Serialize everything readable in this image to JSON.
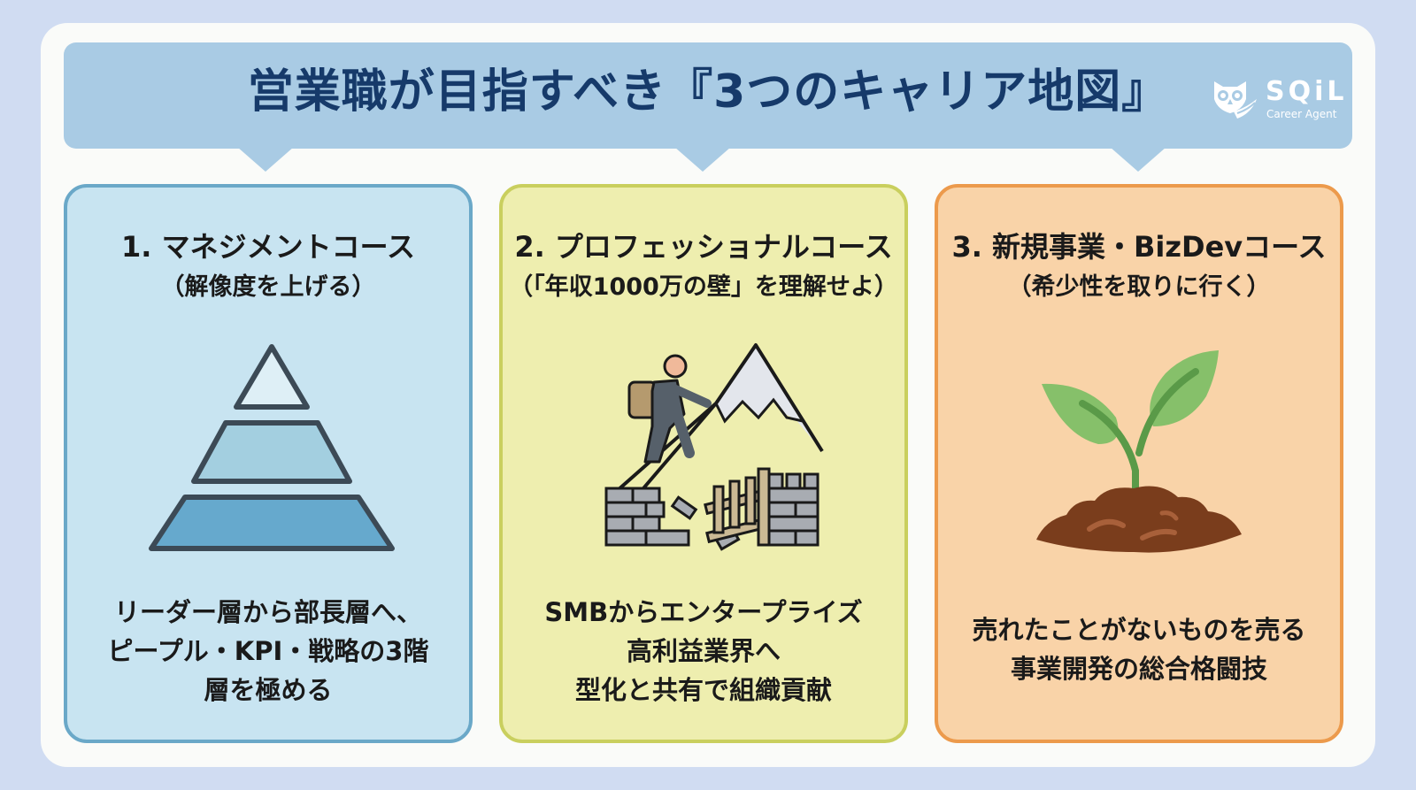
{
  "header": {
    "title": "営業職が目指すべき『3つのキャリア地図』",
    "logo": {
      "name": "SQiL",
      "subtitle": "Career Agent",
      "icon": "owl-icon"
    }
  },
  "colors": {
    "background": "#d0dcf2",
    "header": "#a9cbe4",
    "title_text": "#163a6a",
    "card_1": "#c8e4f1",
    "card_2": "#eeeeaf",
    "card_3": "#f9d3a8"
  },
  "cards": [
    {
      "title": "1. マネジメントコース",
      "subtitle": "（解像度を上げる）",
      "icon": "pyramid-icon",
      "description": [
        "リーダー層から部長層へ、",
        "ピープル・KPI・戦略の3階",
        "層を極める"
      ]
    },
    {
      "title": "2. プロフェッショナルコース",
      "subtitle": "（「年収1000万の壁」を理解せよ）",
      "icon": "mountain-climber-icon",
      "description": [
        "SMBからエンタープライズ",
        "高利益業界へ",
        "型化と共有で組織貢献"
      ]
    },
    {
      "title": "3. 新規事業・BizDevコース",
      "subtitle": "（希少性を取りに行く）",
      "icon": "sprout-icon",
      "description": [
        "売れたことがないものを売る",
        "事業開発の総合格闘技"
      ]
    }
  ]
}
